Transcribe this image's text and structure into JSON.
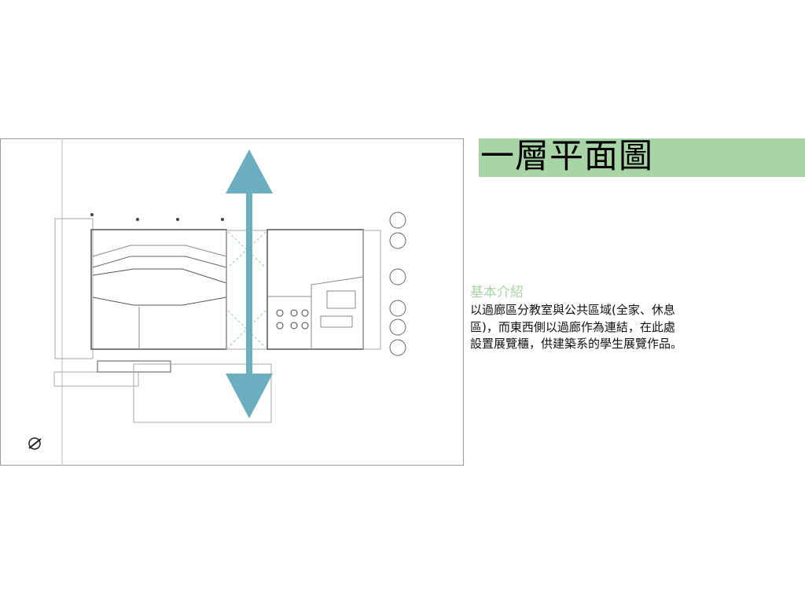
{
  "slide": {
    "title": "一層平面圖",
    "subtitle": "基本介紹",
    "body_lines": [
      "以過廊區分教室與公共區域(全家、休息",
      "區)，而東西側以過廊作為連結，在此處",
      "設置展覽櫃，供建築系的學生展覽作品。"
    ]
  },
  "colors": {
    "title_band": "#a8d5a6",
    "subtitle": "#a8d5a6",
    "arrow": "#6aaec0"
  }
}
